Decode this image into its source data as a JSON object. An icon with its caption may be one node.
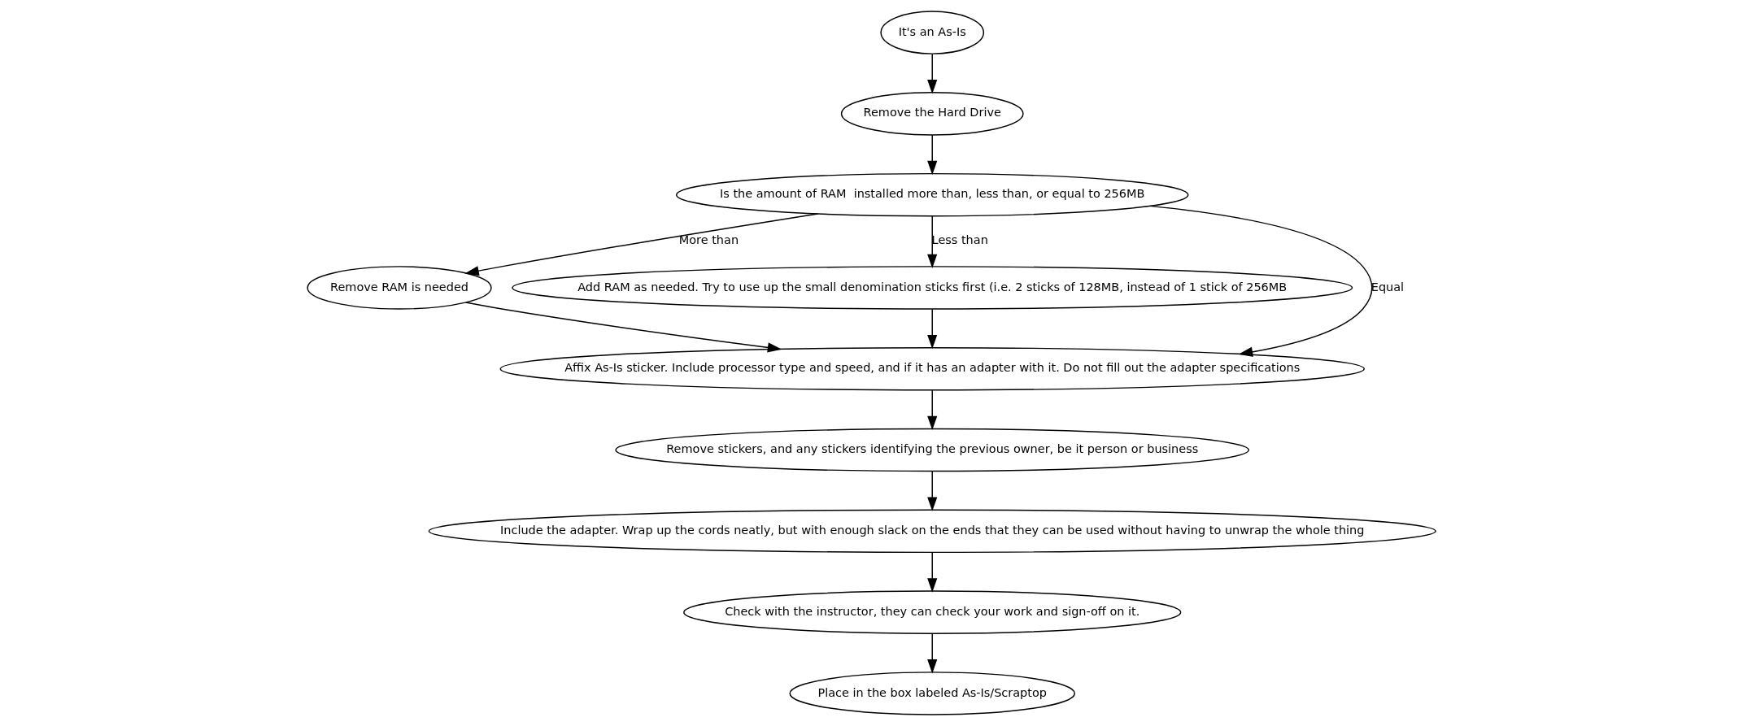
{
  "diagram": {
    "nodes": [
      {
        "text": [
          "It's an As-Is"
        ]
      },
      {
        "text": [
          "Remove the Hard Drive"
        ]
      },
      {
        "text": [
          "Is the amount of RAM  installed more than, less than, or equal to 256MB"
        ]
      },
      {
        "text": [
          "Remove RAM is needed"
        ]
      },
      {
        "text": [
          "Add RAM as needed. Try to use up the small denomination sticks first (i.e. 2 sticks of 128MB, instead of 1 stick of 256MB"
        ]
      },
      {
        "text": [
          "Affix As-Is sticker. Include processor type and speed, and if it has an adapter with it. Do not fill out the adapter specifications"
        ]
      },
      {
        "text": [
          "Remove stickers, and any stickers identifying the previous owner, be it person or business"
        ]
      },
      {
        "text": [
          "Include the adapter. Wrap up the cords neatly, but with enough slack on the ends that they can be used without having to unwrap the whole thing"
        ]
      },
      {
        "text": [
          "Check with the instructor, they can check your work and sign-off on it."
        ]
      },
      {
        "text": [
          "Place in the box labeled As-Is/Scraptop"
        ]
      }
    ],
    "edges": [
      {
        "from": 0,
        "to": 1,
        "arrow": "to"
      },
      {
        "from": 1,
        "to": 2,
        "arrow": "to"
      },
      {
        "from": 2,
        "to": 3,
        "arrow": "to",
        "label": "More than"
      },
      {
        "from": 2,
        "to": 4,
        "arrow": "to",
        "label": "Less than"
      },
      {
        "from": 2,
        "to": 5,
        "arrow": "to",
        "label": "Equal"
      },
      {
        "from": 3,
        "to": 5,
        "arrow": "to"
      },
      {
        "from": 4,
        "to": 5,
        "arrow": "to"
      },
      {
        "from": 5,
        "to": 6,
        "arrow": "to"
      },
      {
        "from": 6,
        "to": 7,
        "arrow": "to"
      },
      {
        "from": 7,
        "to": 8,
        "arrow": "to"
      },
      {
        "from": 8,
        "to": 9,
        "arrow": "to"
      }
    ]
  }
}
